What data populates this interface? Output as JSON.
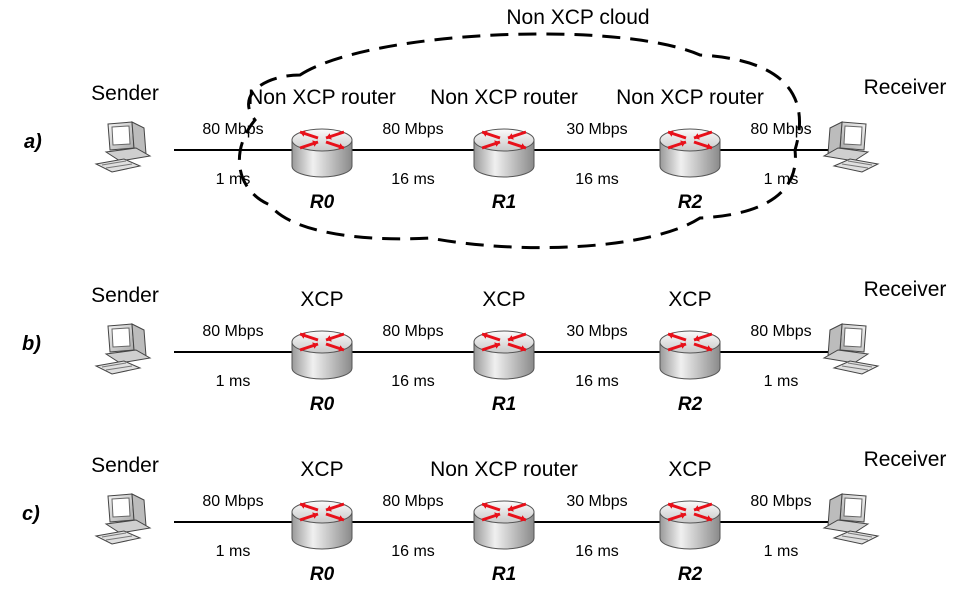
{
  "cloud_label": "Non XCP cloud",
  "rows": [
    {
      "label": "a)",
      "sender": "Sender",
      "receiver": "Receiver",
      "routers": [
        {
          "type": "Non XCP router",
          "id": "R0"
        },
        {
          "type": "Non XCP router",
          "id": "R1"
        },
        {
          "type": "Non XCP router",
          "id": "R2"
        }
      ],
      "links": [
        {
          "bw": "80 Mbps",
          "delay": "1 ms"
        },
        {
          "bw": "80 Mbps",
          "delay": "16 ms"
        },
        {
          "bw": "30 Mbps",
          "delay": "16 ms"
        },
        {
          "bw": "80 Mbps",
          "delay": "1 ms"
        }
      ]
    },
    {
      "label": "b)",
      "sender": "Sender",
      "receiver": "Receiver",
      "routers": [
        {
          "type": "XCP",
          "id": "R0"
        },
        {
          "type": "XCP",
          "id": "R1"
        },
        {
          "type": "XCP",
          "id": "R2"
        }
      ],
      "links": [
        {
          "bw": "80 Mbps",
          "delay": "1 ms"
        },
        {
          "bw": "80 Mbps",
          "delay": "16 ms"
        },
        {
          "bw": "30 Mbps",
          "delay": "16 ms"
        },
        {
          "bw": "80 Mbps",
          "delay": "1 ms"
        }
      ]
    },
    {
      "label": "c)",
      "sender": "Sender",
      "receiver": "Receiver",
      "routers": [
        {
          "type": "XCP",
          "id": "R0"
        },
        {
          "type": "Non XCP router",
          "id": "R1"
        },
        {
          "type": "XCP",
          "id": "R2"
        }
      ],
      "links": [
        {
          "bw": "80 Mbps",
          "delay": "1 ms"
        },
        {
          "bw": "80 Mbps",
          "delay": "16 ms"
        },
        {
          "bw": "30 Mbps",
          "delay": "16 ms"
        },
        {
          "bw": "80 Mbps",
          "delay": "1 ms"
        }
      ]
    }
  ],
  "colors": {
    "router_arrow": "#e8101a",
    "router_body": "#d6d6d6",
    "computer_body": "#d9d9d9"
  },
  "icons": {
    "router": "router-icon",
    "computer": "computer-icon"
  }
}
